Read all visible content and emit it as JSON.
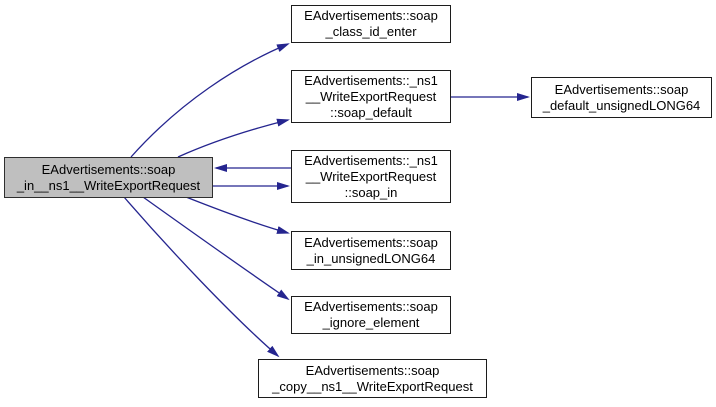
{
  "graph": {
    "title": "call graph for EAdvertisements::soap_in__ns1__WriteExportRequest",
    "colors": {
      "edge": "#25258f",
      "node_border": "#1c1c1c",
      "node_fill": "#ffffff",
      "highlight_fill": "#bfbfbf",
      "background": "#ffffff"
    },
    "nodes": [
      {
        "id": "soap-in-ns1-writeexportrequest",
        "label": "EAdvertisements::soap\n_in__ns1__WriteExportRequest",
        "highlighted": true
      },
      {
        "id": "soap-class-id-enter",
        "label": "EAdvertisements::soap\n_class_id_enter",
        "highlighted": false
      },
      {
        "id": "ns1-writeexportrequest-soap-default",
        "label": "EAdvertisements::_ns1\n__WriteExportRequest\n::soap_default",
        "highlighted": false
      },
      {
        "id": "soap-default-unsignedlong64",
        "label": "EAdvertisements::soap\n_default_unsignedLONG64",
        "highlighted": false
      },
      {
        "id": "ns1-writeexportrequest-soap-in",
        "label": "EAdvertisements::_ns1\n__WriteExportRequest\n::soap_in",
        "highlighted": false
      },
      {
        "id": "soap-in-unsignedlong64",
        "label": "EAdvertisements::soap\n_in_unsignedLONG64",
        "highlighted": false
      },
      {
        "id": "soap-ignore-element",
        "label": "EAdvertisements::soap\n_ignore_element",
        "highlighted": false
      },
      {
        "id": "soap-copy-ns1-writeexportrequest",
        "label": "EAdvertisements::soap\n_copy__ns1__WriteExportRequest",
        "highlighted": false
      }
    ],
    "edges": [
      {
        "from": "soap-in-ns1-writeexportrequest",
        "to": "soap-class-id-enter"
      },
      {
        "from": "soap-in-ns1-writeexportrequest",
        "to": "ns1-writeexportrequest-soap-default"
      },
      {
        "from": "ns1-writeexportrequest-soap-default",
        "to": "soap-default-unsignedlong64"
      },
      {
        "from": "ns1-writeexportrequest-soap-in",
        "to": "soap-in-ns1-writeexportrequest"
      },
      {
        "from": "soap-in-ns1-writeexportrequest",
        "to": "ns1-writeexportrequest-soap-in"
      },
      {
        "from": "soap-in-ns1-writeexportrequest",
        "to": "soap-in-unsignedlong64"
      },
      {
        "from": "soap-in-ns1-writeexportrequest",
        "to": "soap-ignore-element"
      },
      {
        "from": "soap-in-ns1-writeexportrequest",
        "to": "soap-copy-ns1-writeexportrequest"
      }
    ]
  }
}
